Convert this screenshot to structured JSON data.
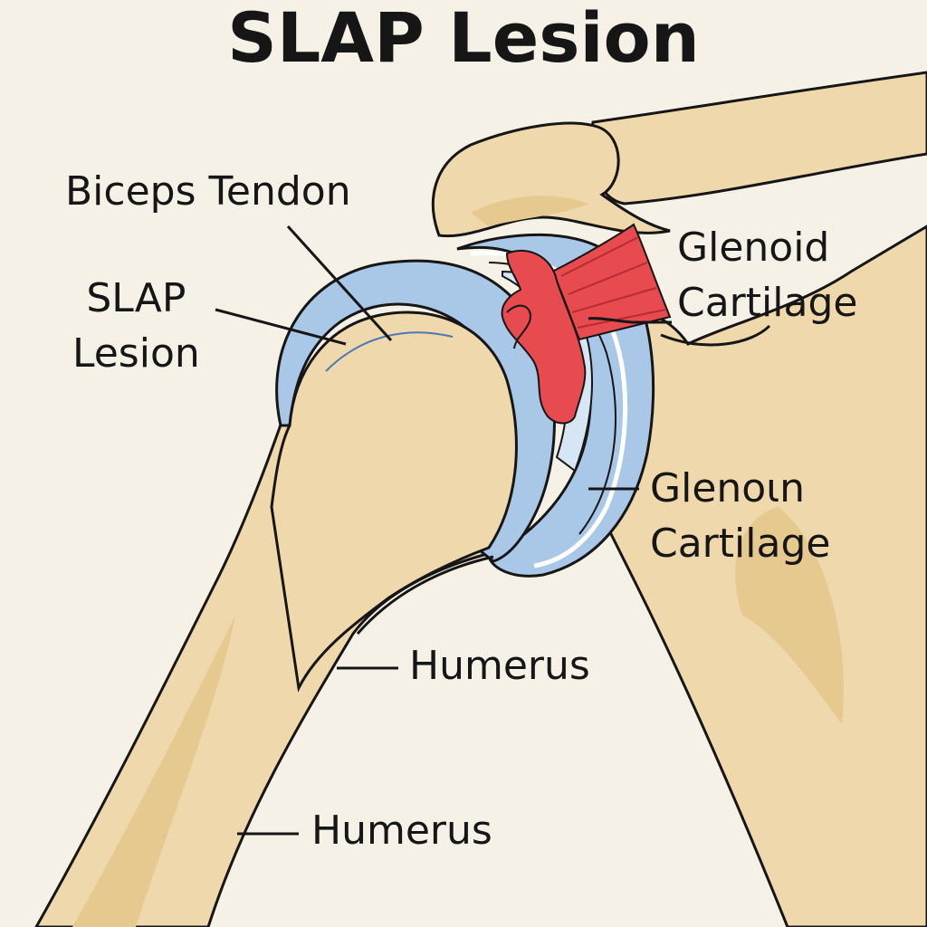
{
  "title": "SLAP Lesion",
  "labels": {
    "biceps_tendon": "Biceps Tendon",
    "slap_lesion": [
      "SLAP",
      "Lesion"
    ],
    "glenoid_cartilage_upper": [
      "Glenoid",
      "Cartilage"
    ],
    "glenoid_cartilage_lower": [
      "Glenoιn",
      "Cartilage"
    ],
    "humerus_upper": "Humerus",
    "humerus_lower": "Humerus"
  },
  "colors": {
    "background": "#f6f1e6",
    "bone": "#efd8ab",
    "bone_shade": "#e6c98f",
    "cartilage": "#a9c8e8",
    "cartilage_light": "#d6e6f4",
    "tendon": "#e84b4f",
    "outline": "#161616"
  }
}
